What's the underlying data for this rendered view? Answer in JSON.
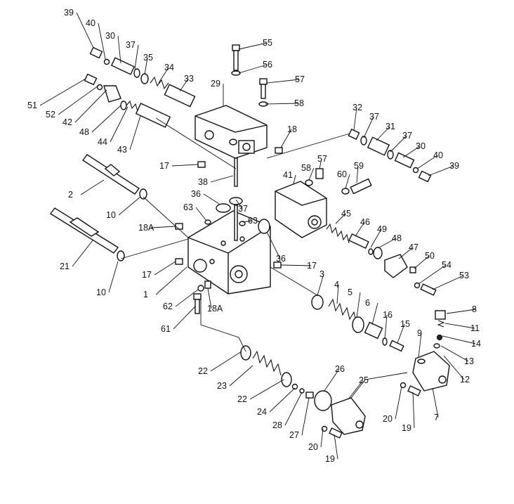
{
  "diagram": {
    "type": "exploded parts drawing",
    "callouts": {
      "c39a": "39",
      "c40a": "40",
      "c30a": "30",
      "c37a": "37",
      "c35": "35",
      "c34": "34",
      "c33": "33",
      "c29": "29",
      "c55": "55",
      "c56": "56",
      "c57a": "57",
      "c58a": "58",
      "c51": "51",
      "c52": "52",
      "c42": "42",
      "c48a": "48",
      "c44": "44",
      "c43": "43",
      "c18": "18",
      "c32": "32",
      "c37b": "37",
      "c31": "31",
      "c37c": "37",
      "c30b": "30",
      "c40b": "40",
      "c39b": "39",
      "c17a": "17",
      "c38": "38",
      "c41": "41",
      "c58b": "58",
      "c57b": "57",
      "c59": "59",
      "c60": "60",
      "c2": "2",
      "c36a": "36",
      "c10a": "10",
      "c37d": "37",
      "c45": "45",
      "c46": "46",
      "c49": "49",
      "c48b": "48",
      "c63a": "63",
      "c63b": "63",
      "c18A_a": "18A",
      "c21": "21",
      "c36b": "36",
      "c47": "47",
      "c50": "50",
      "c17b": "17",
      "c17c": "17",
      "c54": "54",
      "c53": "53",
      "c10b": "10",
      "c1": "1",
      "c3": "3",
      "c4": "4",
      "c5": "5",
      "c6": "6",
      "c16": "16",
      "c15": "15",
      "c8": "8",
      "c11": "11",
      "c14": "14",
      "c9": "9",
      "c13": "13",
      "c12": "12",
      "c62": "62",
      "c18A_b": "18A",
      "c61": "61",
      "c22a": "22",
      "c26": "26",
      "c25": "25",
      "c23": "23",
      "c22b": "22",
      "c24": "24",
      "c28": "28",
      "c27": "27",
      "c20a": "20",
      "c19a": "19",
      "c7": "7",
      "c20b": "20",
      "c19b": "19"
    }
  }
}
